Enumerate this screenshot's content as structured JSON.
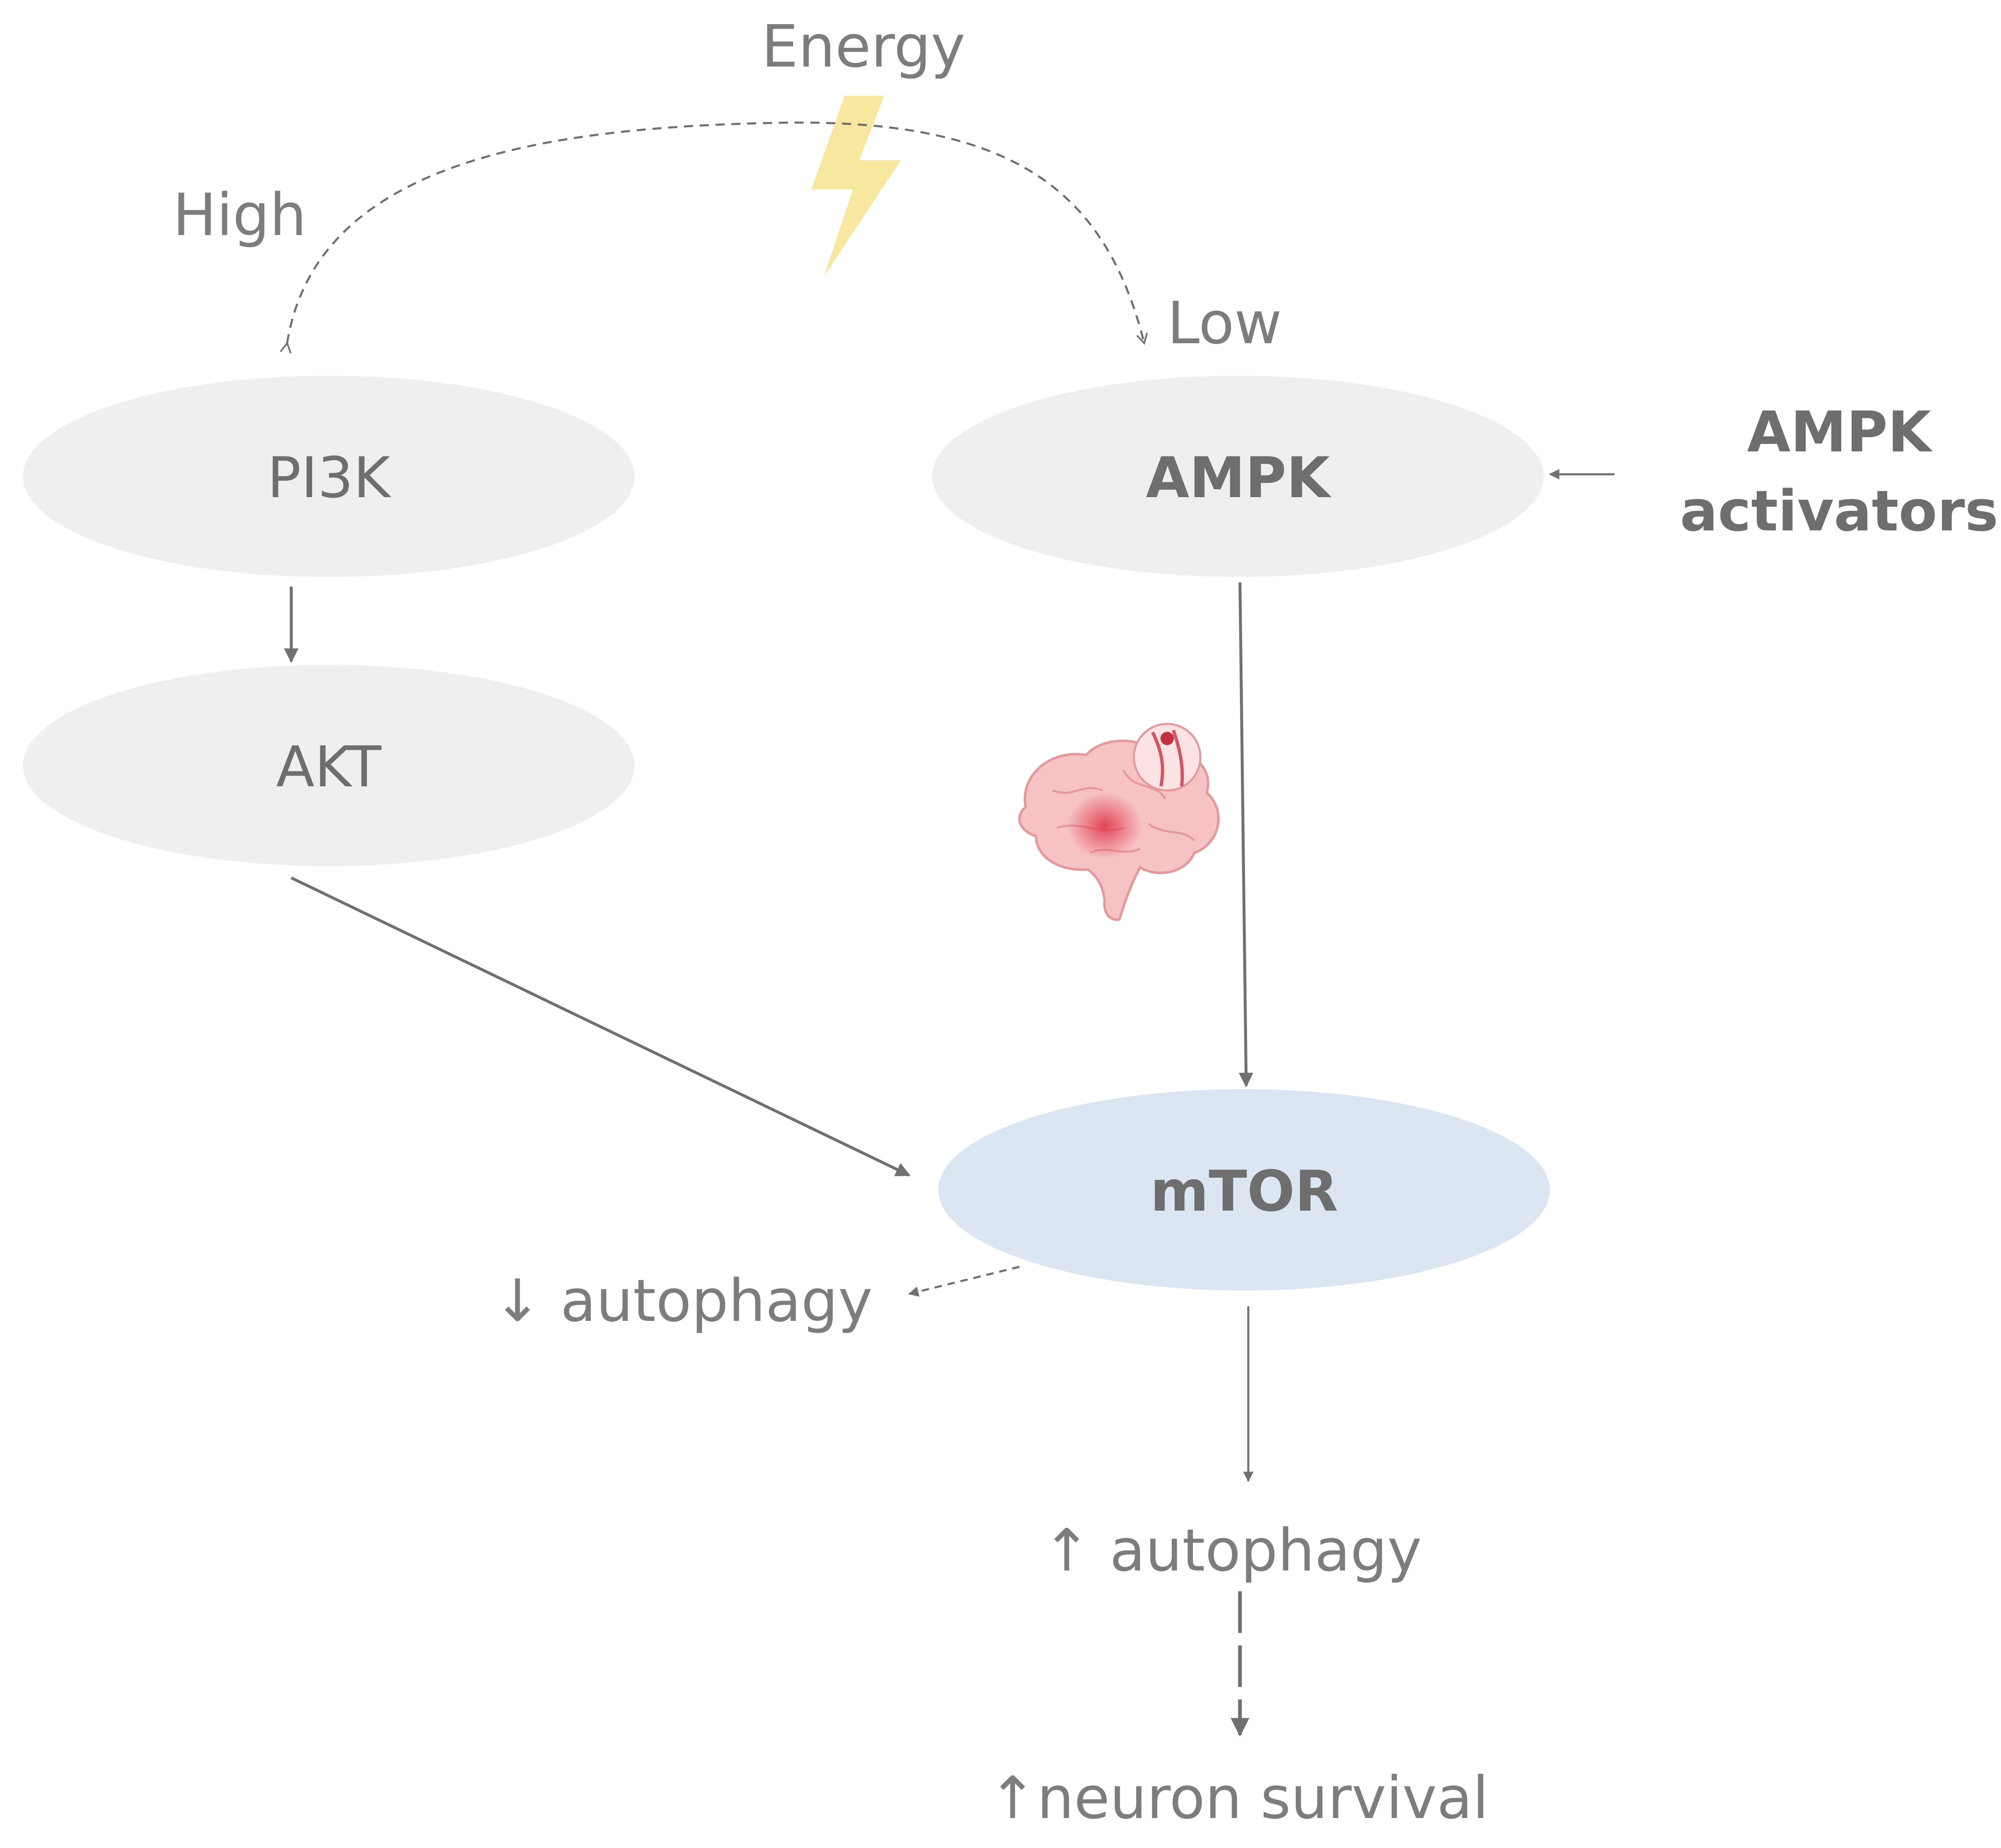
{
  "energy": {
    "label": "Energy",
    "high_label": "High",
    "low_label": "Low"
  },
  "nodes": {
    "pi3k": "PI3K",
    "akt": "AKT",
    "ampk": "AMPK",
    "mtor": "mTOR"
  },
  "activators": {
    "line1": "AMPK",
    "line2": "activators"
  },
  "outcomes": {
    "autophagy_down": "↓ autophagy",
    "autophagy_up": "↑ autophagy",
    "neuron_survival": "↑neuron survival"
  },
  "colors": {
    "node_fill": "#efefef",
    "mtor_fill": "#dce6f2",
    "lightning": "#f8e79e",
    "arrow": "#707070",
    "text": "#7d7d7d",
    "brain": "#f2a9ab"
  }
}
